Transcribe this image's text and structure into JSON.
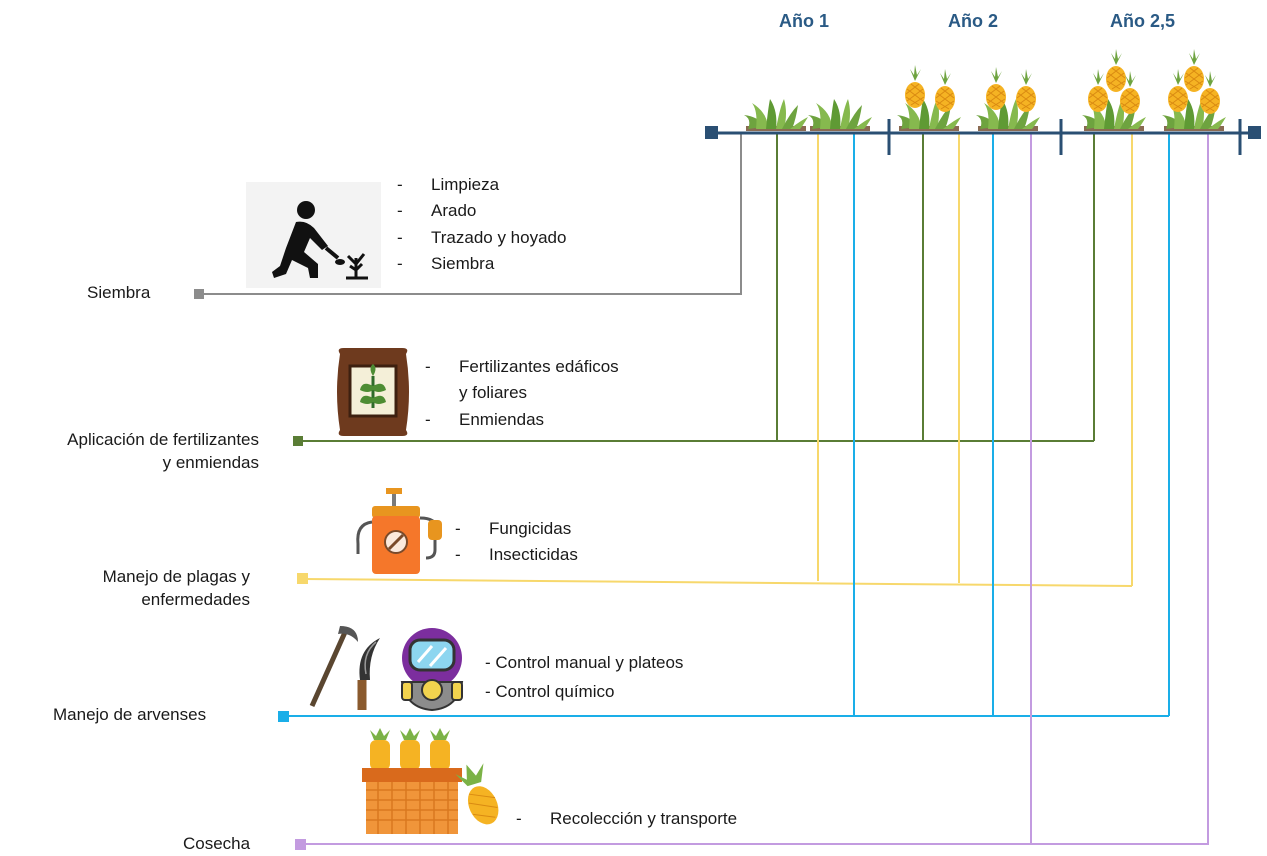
{
  "years": [
    "Año  1",
    "Año  2",
    "Año 2,5"
  ],
  "colors": {
    "timeline": "#2a4f73",
    "siembra": "#8c8c8c",
    "fertilizantes": "#5a7d35",
    "plagas": "#f7d86c",
    "arvenses": "#1aaee8",
    "cosecha": "#c39be0"
  },
  "stages": [
    {
      "id": "siembra",
      "label_lines": [
        "Siembra"
      ],
      "icon": "kneeling-planter-icon",
      "activities": [
        "Limpieza",
        "Arado",
        "Trazado y hoyado",
        "Siembra"
      ]
    },
    {
      "id": "fertilizantes",
      "label_lines": [
        "Aplicación de fertilizantes",
        "y enmiendas"
      ],
      "icon": "fertilizer-bag-icon",
      "activities": [
        "Fertilizantes edáficos",
        "y foliares",
        "Enmiendas"
      ]
    },
    {
      "id": "plagas",
      "label_lines": [
        "Manejo de plagas  y",
        "enfermedades"
      ],
      "icon": "backpack-sprayer-icon",
      "activities": [
        "Fungicidas",
        "Insecticidas"
      ]
    },
    {
      "id": "arvenses",
      "label_lines": [
        "Manejo de arvenses"
      ],
      "icon": "sickle-and-gas-mask-icon",
      "activities": [
        "- Control manual y plateos",
        "- Control químico"
      ]
    },
    {
      "id": "cosecha",
      "label_lines": [
        "Cosecha"
      ],
      "icon": "pineapple-basket-icon",
      "activities": [
        "Recolección y transporte"
      ]
    }
  ]
}
